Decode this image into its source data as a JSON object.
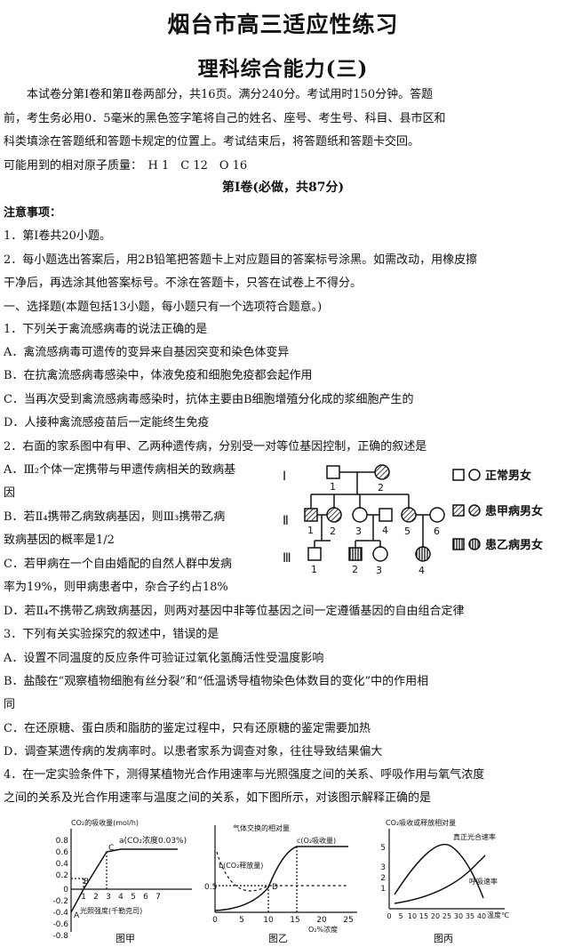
{
  "title": "烟台市高三适应性练习",
  "subtitle": "理科综合能力(三)",
  "intro": [
    "　　本试卷分第Ⅰ卷和第Ⅱ卷两部分，共16页。满分240分。考试用时150分钟。答题",
    "前，考生务必用0．5毫米的黑色签字笔将自己的姓名、座号、考生号、科目、县市区和",
    "科类填涂在答题纸和答题卡规定的位置上。考试结束后，将答题纸和答题卡交回。",
    "可能用到的相对原子质量：　H 1　C 12　O 16"
  ],
  "section_title": "第Ⅰ卷(必做，共87分)",
  "notes_title": "注意事项：",
  "notes": [
    "1．第Ⅰ卷共20小题。",
    "2．每小题选出答案后，用2B铅笔把答题卡上对应题目的答案标号涂黑。如需改动，用橡皮擦",
    "干净后，再选涂其他答案标号。不涂在答题卡，只答在试卷上不得分。"
  ],
  "part_title": "一、选择题(本题包括13小题，每小题只有一个选项符合题意。)",
  "q1": [
    "1．下列关于禽流感病毒的说法正确的是",
    "A．禽流感病毒可遗传的变异来自基因突变和染色体变异",
    "B．在抗禽流感病毒感染中，体液免疫和细胞免疫都会起作用",
    "C．当再次受到禽流感病毒感染时，抗体主要由B细胞增殖分化成的浆细胞产生的",
    "D．人接种禽流感疫苗后一定能终生免疫"
  ],
  "q2": [
    "2．右面的家系图中有甲、乙两种遗传病，分别受一对等位基因控制，正确的叙述是",
    "A．Ⅲ₂个体一定携带与甲遗传病相关的致病基",
    "因",
    "B．若Ⅱ₄携带乙病致病基因，则Ⅲ₃携带乙病",
    "致病基因的概率是1/2",
    "C．若甲病在一个自由婚配的自然人群中发病",
    "率为19%，则甲病患者中，杂合子约占18%",
    "D．若Ⅱ₄不携带乙病致病基因，则两对基因中非等位基因之间一定遵循基因的自由组合定律"
  ],
  "pedigree": {
    "gen_labels": [
      "Ⅰ",
      "Ⅱ",
      "Ⅲ"
    ],
    "gen1_nums": [
      "1",
      "2"
    ],
    "gen2_nums": [
      "1",
      "2",
      "3",
      "4",
      "5",
      "6"
    ],
    "gen3_nums": [
      "1",
      "2",
      "3",
      "4"
    ],
    "legend": [
      "正常男女",
      "患甲病男女",
      "患乙病男女"
    ]
  },
  "q3": [
    "3．下列有关实验探究的叙述中，错误的是",
    "A．设置不同温度的反应条件可验证过氧化氢酶活性受温度影响",
    "B．盐酸在“观察植物细胞有丝分裂”和“低温诱导植物染色体数目的变化”中的作用相",
    "同",
    "C．在还原糖、蛋白质和脂肪的鉴定过程中，只有还原糖的鉴定需要加热",
    "D．调查某遗传病的发病率时。以患者家系为调查对象，往往导致结果偏大"
  ],
  "q4": [
    "4．在一定实验条件下，测得某植物光合作用速率与光照强度之间的关系、呼吸作用与氧气浓度",
    "之间的关系及光合作用速率与温度之间的关系，如下图所示，对该图示解释正确的是"
  ],
  "fig_jia": {
    "ylabel": "CO₂的吸收量(mol/h)",
    "yticks": [
      "0.8",
      "0.6",
      "0.4",
      "0.2",
      "0",
      "-0.2",
      "-0.4",
      "-0.6",
      "-0.8"
    ],
    "xticks": [
      "1",
      "2",
      "3",
      "4",
      "5",
      "6",
      "7"
    ],
    "xlabel": "光照强度(千勒克司)",
    "curve_label": "a(CO₂浓度0.03%)",
    "points": [
      "A",
      "B",
      "C"
    ],
    "caption": "图甲"
  },
  "fig_yi": {
    "ylabel": "气体交换的相对量",
    "ytick": "0.5",
    "xticks": [
      "0",
      "5",
      "10",
      "15",
      "20",
      "25"
    ],
    "xlabel": "O₂%浓度",
    "b_label": "b(CO₂释放量)",
    "c_label": "c(O₂吸收量)",
    "d_label": "D",
    "caption": "图乙"
  },
  "fig_bing": {
    "ylabel": "CO₂吸收或释放相对量",
    "yticks": [
      "5",
      "3",
      "2",
      "1"
    ],
    "xticks": [
      "0",
      "5",
      "10",
      "15",
      "20",
      "25",
      "30",
      "35",
      "40"
    ],
    "xlabel": "温度℃",
    "curve1": "真正光合速率",
    "curve2": "呼吸速率",
    "caption": "图丙"
  }
}
